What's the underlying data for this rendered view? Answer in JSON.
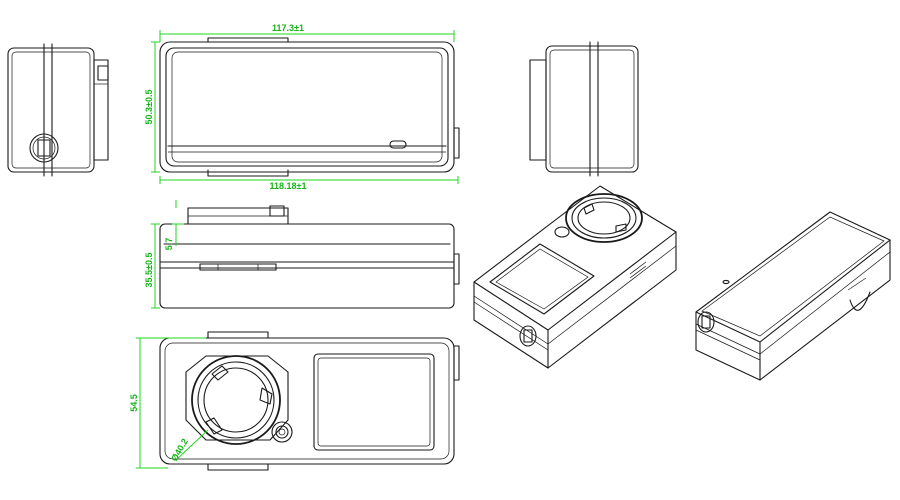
{
  "drawing": {
    "line_color": "#1a1a1a",
    "dimension_color": "#22d422",
    "dimensions": {
      "front_width_top": "117.3±1",
      "front_width_bottom": "118.18±1",
      "front_height": "50.3±0.5",
      "side_offset": "5.7",
      "side_height": "35.5±0.5",
      "bottom_height": "54.5",
      "socket_diameter": "Ø40.2"
    }
  }
}
